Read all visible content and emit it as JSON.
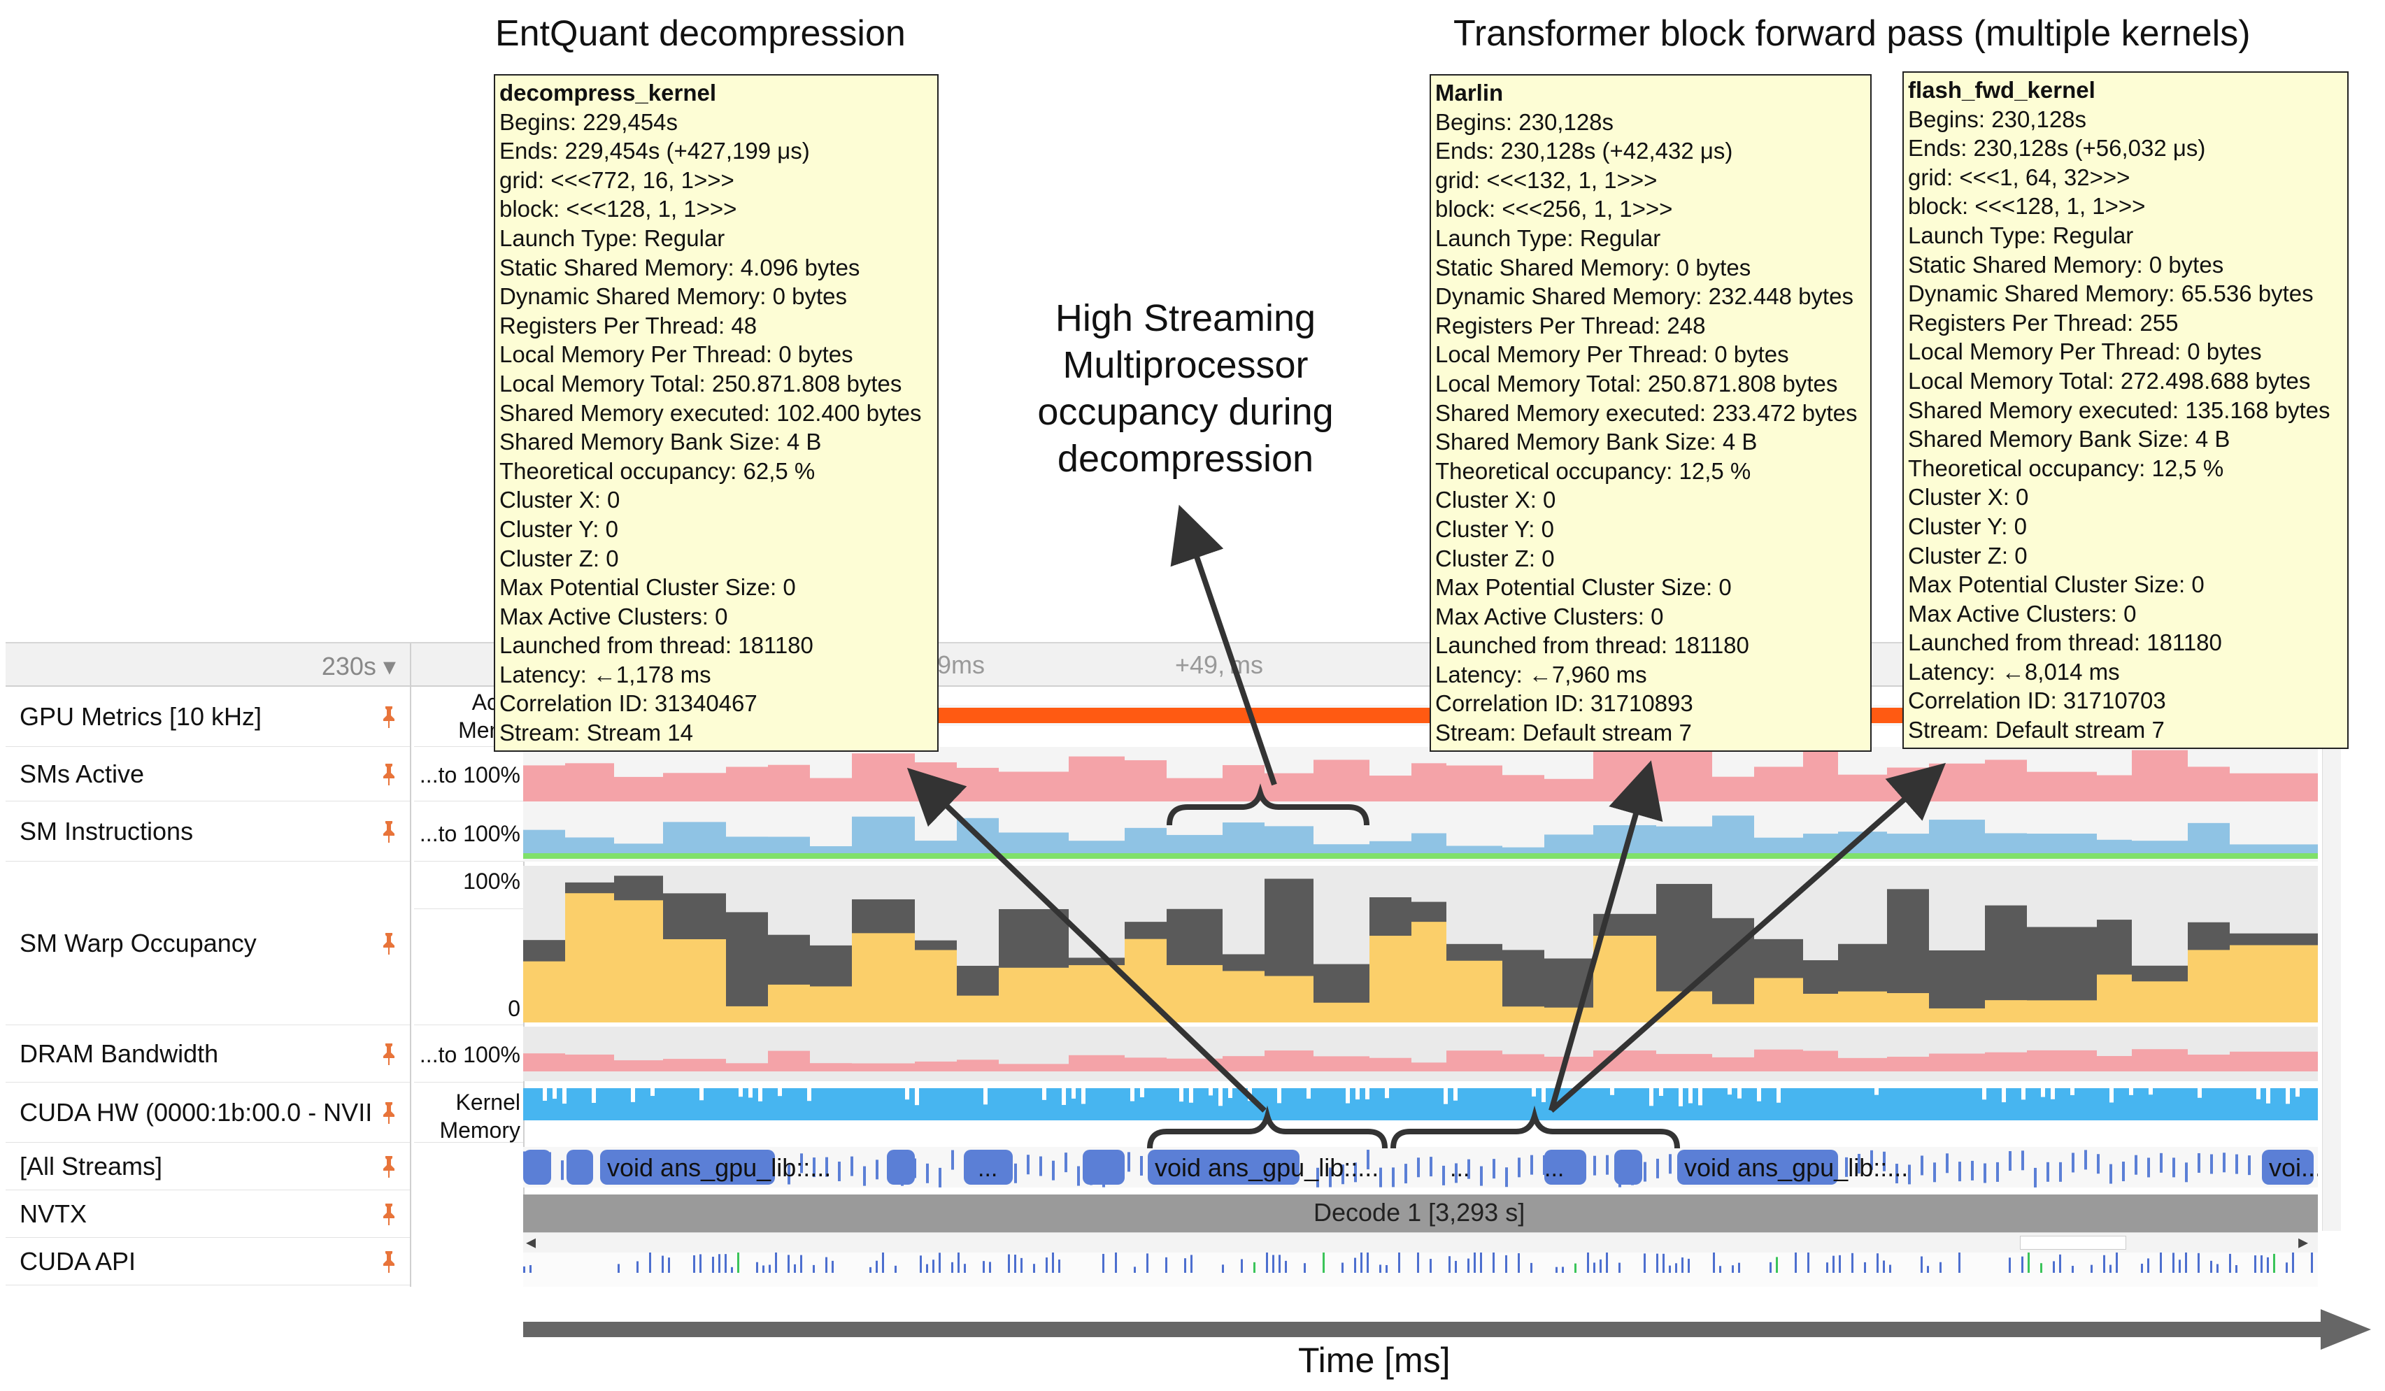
{
  "annotations": {
    "left_title": "EntQuant decompression",
    "right_title": "Transformer block forward pass (multiple kernels)",
    "callout_lines": [
      "High Streaming",
      "Multiprocessor",
      "occupancy during",
      "decompression"
    ],
    "x_axis_label": "Time [ms]"
  },
  "timeline": {
    "header_zoom": "230s ▾",
    "ticks": [
      "9ms",
      "+49,",
      "ms"
    ],
    "rows": [
      {
        "label": "GPU Metrics [10 kHz]",
        "sub": [
          "Activ",
          "Memo"
        ]
      },
      {
        "label": "SMs Active",
        "sub": [
          "...to 100%"
        ]
      },
      {
        "label": "SM Instructions",
        "sub": [
          "...to 100%"
        ]
      },
      {
        "label": "SM Warp Occupancy",
        "sub": [
          "100%",
          "0"
        ]
      },
      {
        "label": "DRAM Bandwidth",
        "sub": [
          "...to 100%"
        ]
      },
      {
        "label": "CUDA HW (0000:1b:00.0 - NVII",
        "sub": [
          "Kernel",
          "Memory"
        ]
      },
      {
        "label": "[All Streams]",
        "sub": []
      },
      {
        "label": "NVTX",
        "sub": []
      },
      {
        "label": "CUDA API",
        "sub": []
      }
    ],
    "kernel_labels": [
      "void ans_gpu_lib::...",
      "...",
      "void ans_gpu_lib::...",
      "...",
      "void ans_gpu_lib::...",
      "...",
      "voi..."
    ],
    "nvtx_label": "Decode 1 [3,293 s]"
  },
  "tooltips": [
    {
      "name": "decompress_kernel",
      "lines": [
        "Begins: 229,454s",
        "Ends: 229,454s (+427,199 μs)",
        "grid:  <<<772, 16, 1>>>",
        "block: <<<128, 1, 1>>>",
        "Launch Type: Regular",
        "Static Shared Memory: 4.096 bytes",
        "Dynamic Shared Memory: 0 bytes",
        "Registers Per Thread: 48",
        "Local Memory Per Thread: 0 bytes",
        "Local Memory Total: 250.871.808 bytes",
        "Shared Memory executed: 102.400 bytes",
        "Shared Memory Bank Size: 4 B",
        "Theoretical occupancy: 62,5 %",
        "Cluster X: 0",
        "Cluster Y: 0",
        "Cluster Z: 0",
        "Max Potential Cluster Size: 0",
        "Max Active Clusters: 0",
        "Launched from thread: 181180",
        "Latency: ←1,178 ms",
        "Correlation ID: 31340467",
        "Stream: Stream 14"
      ]
    },
    {
      "name": "Marlin",
      "lines": [
        "Begins: 230,128s",
        "Ends: 230,128s (+42,432 μs)",
        "grid:  <<<132, 1, 1>>>",
        "block: <<<256, 1, 1>>>",
        "Launch Type: Regular",
        "Static Shared Memory: 0 bytes",
        "Dynamic Shared Memory: 232.448 bytes",
        "Registers Per Thread: 248",
        "Local Memory Per Thread: 0 bytes",
        "Local Memory Total: 250.871.808 bytes",
        "Shared Memory executed: 233.472 bytes",
        "Shared Memory Bank Size: 4 B",
        "Theoretical occupancy: 12,5 %",
        "Cluster X: 0",
        "Cluster Y: 0",
        "Cluster Z: 0",
        "Max Potential Cluster Size: 0",
        "Max Active Clusters: 0",
        "Launched from thread: 181180",
        "Latency: ←7,960 ms",
        "Correlation ID: 31710893",
        "Stream: Default stream 7"
      ]
    },
    {
      "name": "flash_fwd_kernel",
      "lines": [
        "Begins: 230,128s",
        "Ends: 230,128s (+56,032 μs)",
        "grid:  <<<1, 64, 32>>>",
        "block: <<<128, 1, 1>>>",
        "Launch Type: Regular",
        "Static Shared Memory: 0 bytes",
        "Dynamic Shared Memory: 65.536 bytes",
        "Registers Per Thread: 255",
        "Local Memory Per Thread: 0 bytes",
        "Local Memory Total: 272.498.688 bytes",
        "Shared Memory executed: 135.168 bytes",
        "Shared Memory Bank Size: 4 B",
        "Theoretical occupancy: 12,5 %",
        "Cluster X: 0",
        "Cluster Y: 0",
        "Cluster Z: 0",
        "Max Potential Cluster Size: 0",
        "Max Active Clusters: 0",
        "Launched from thread: 181180",
        "Latency: ←8,014 ms",
        "Correlation ID: 31710703",
        "Stream: Default stream 7"
      ]
    }
  ],
  "colors": {
    "sms_active": "#f4a3a8",
    "sm_instructions": "#8fc3e4",
    "sm_instr_green": "#7fe06a",
    "warp_dark": "#5a5a5a",
    "warp_yellow": "#fbcf6a",
    "dram_pink": "#f4a3a8",
    "kernel_blue": "#47b5f0",
    "stream_blue": "#5b7fd6",
    "nvtx_gray": "#9a9a9a",
    "gpu_orange": "#ff5a12",
    "tooltip_bg": "#fdfdd5",
    "pin_orange": "#e8743a"
  }
}
